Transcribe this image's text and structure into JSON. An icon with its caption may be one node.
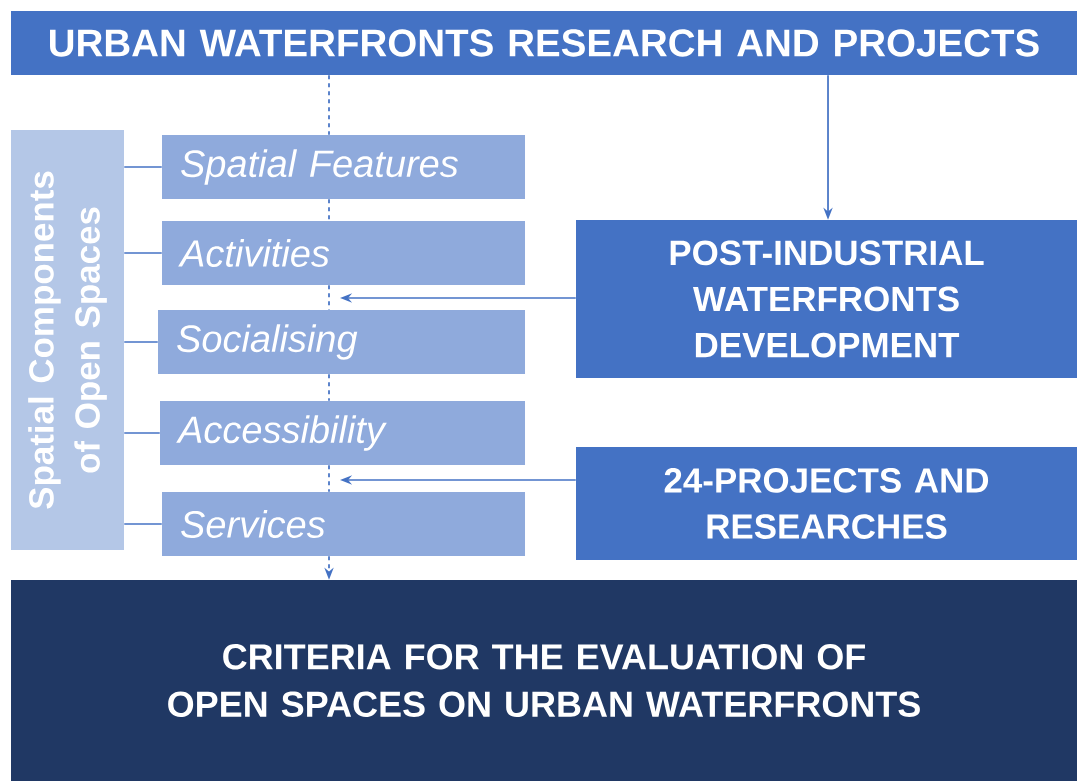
{
  "diagram": {
    "nodes": [
      {
        "text": [
          "URBAN WATERFRONTS RESEARCH AND PROJECTS"
        ]
      },
      {
        "text": [
          "Spatial Components of Open Spaces"
        ]
      },
      {
        "text": [
          "Spatial Features"
        ]
      },
      {
        "text": [
          "Activities"
        ]
      },
      {
        "text": [
          "Socialising"
        ]
      },
      {
        "text": [
          "Accessibility"
        ]
      },
      {
        "text": [
          "Services"
        ]
      },
      {
        "text": [
          "POST-INDUSTRIAL WATERFRONTS DEVELOPMENT"
        ]
      },
      {
        "text": [
          "24-PROJECTS AND RESEARCHES"
        ]
      },
      {
        "text": [
          "CRITERIA FOR THE EVALUATION OF OPEN SPACES ON URBAN WATERFRONTS"
        ]
      }
    ],
    "edges": [
      {
        "from": 0,
        "to": 2,
        "arrow": "none",
        "style": "dashed"
      },
      {
        "from": 2,
        "to": 3,
        "arrow": "none",
        "style": "dashed"
      },
      {
        "from": 3,
        "to": 4,
        "arrow": "none",
        "style": "dashed"
      },
      {
        "from": 4,
        "to": 5,
        "arrow": "none",
        "style": "dashed"
      },
      {
        "from": 5,
        "to": 6,
        "arrow": "none",
        "style": "dashed"
      },
      {
        "from": 6,
        "to": 9,
        "arrow": "to",
        "style": "dashed"
      },
      {
        "from": 0,
        "to": 7,
        "arrow": "to"
      },
      {
        "from": 7,
        "to": 3,
        "arrow": "to"
      },
      {
        "from": 8,
        "to": 6,
        "arrow": "to"
      },
      {
        "from": 1,
        "to": 2,
        "arrow": "none"
      },
      {
        "from": 1,
        "to": 3,
        "arrow": "none"
      },
      {
        "from": 1,
        "to": 4,
        "arrow": "none"
      },
      {
        "from": 1,
        "to": 5,
        "arrow": "none"
      },
      {
        "from": 1,
        "to": 6,
        "arrow": "none"
      }
    ]
  }
}
